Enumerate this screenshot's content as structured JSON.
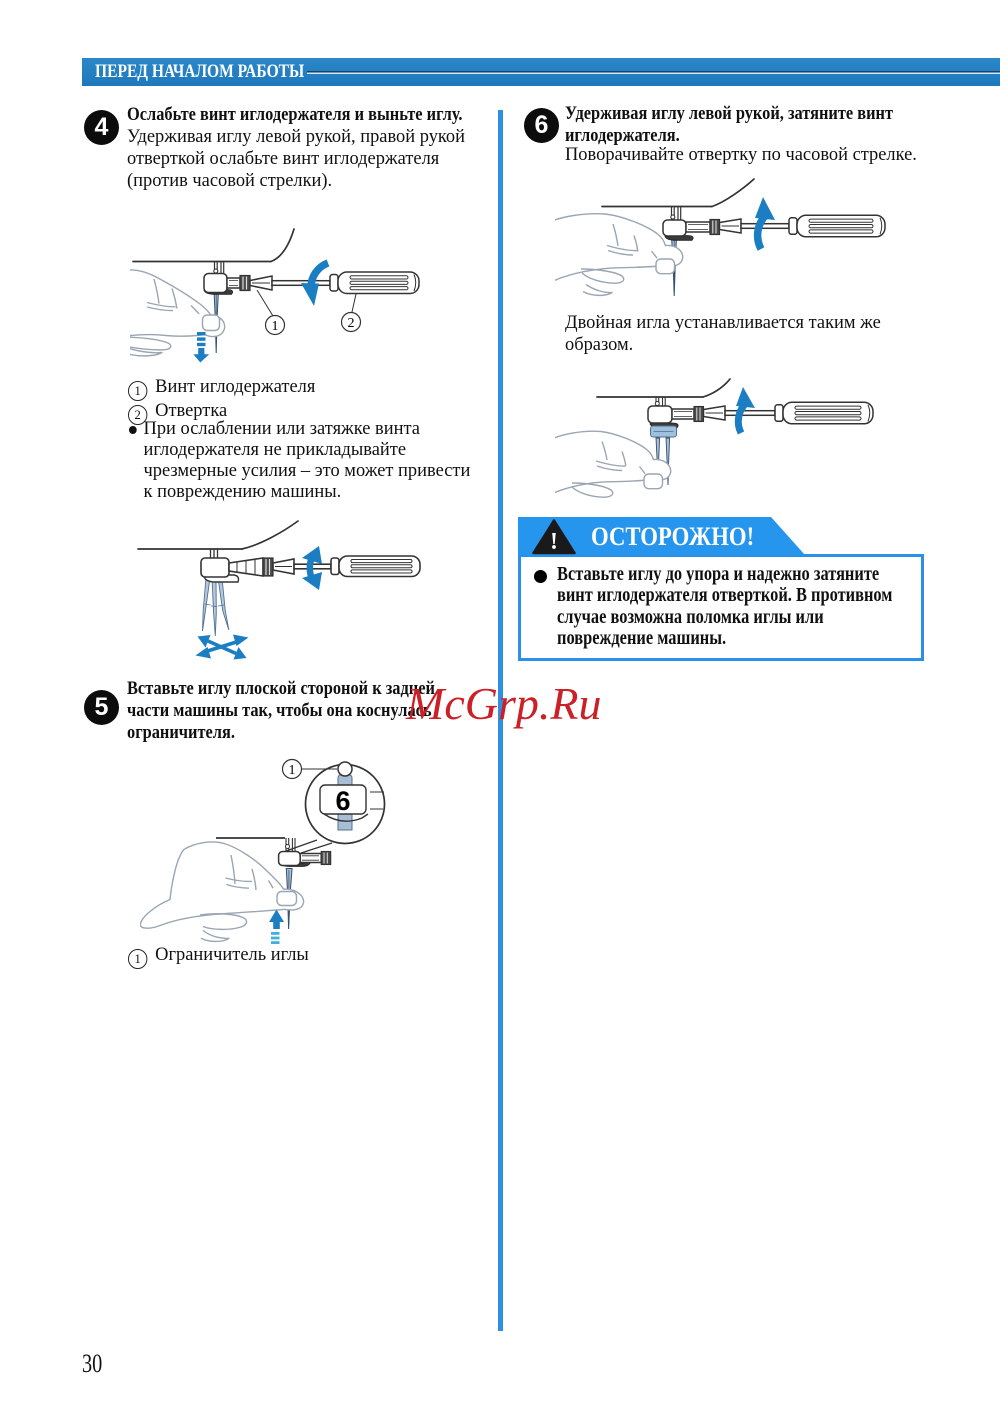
{
  "colors": {
    "header_blue": "#1f7dc0",
    "divider_blue": "#2e8fe3",
    "caution_banner_blue": "#2695ee",
    "caution_border_blue": "#2a90e8",
    "arrow_blue": "#1b7ec2",
    "watermark_red": "#cb2026",
    "badge_black": "#0c0c0c"
  },
  "header": {
    "title": "ПЕРЕД НАЧАЛОМ РАБОТЫ"
  },
  "footer": {
    "page_number": "30"
  },
  "watermark": {
    "text": "McGrp.Ru"
  },
  "steps": {
    "s4": {
      "num": "4",
      "bold": "Ослабьте винт иглодержателя и выньте иглу.",
      "body": "Удерживая иглу левой рукой, правой рукой\nотверткой ослабьте винт иглодержателя\n(против часовой стрелки)."
    },
    "s5": {
      "num": "5",
      "bold": "Вставьте иглу плоской стороной к задней\nчасти машины так, чтобы она коснулась\nограничителя."
    },
    "s6": {
      "num": "6",
      "bold": "Удерживая иглу левой рукой, затяните винт\nиглодержателя.",
      "body": "Поворачивайте отвертку по часовой стрелке."
    }
  },
  "legend4": {
    "i1_num": "1",
    "i1_label": "Винт иглодержателя",
    "i2_num": "2",
    "i2_label": "Отвертка"
  },
  "note": {
    "bullet": "•",
    "text": "При ослаблении или затяжке винта\nиглодержателя не прикладывайте\nчрезмерные усилия – это может привести\nк повреждению машины."
  },
  "twin_note": {
    "text": "Двойная игла устанавливается таким же\nобразом."
  },
  "legend5": {
    "i1_num": "1",
    "i1_label": "Ограничитель иглы"
  },
  "caution": {
    "title": "ОСТОРОЖНО!",
    "text": "Вставьте иглу до упора и надежно затяните\nвинт иглодержателя отверткой. В противном\nслучае возможна поломка иглы или\nповреждение машины.",
    "warning_icon_mark": "!"
  },
  "figures": {
    "fig4a": {
      "callout1": "1",
      "callout2": "2"
    },
    "fig5": {
      "callout1": "1",
      "needle_size": "6"
    }
  }
}
